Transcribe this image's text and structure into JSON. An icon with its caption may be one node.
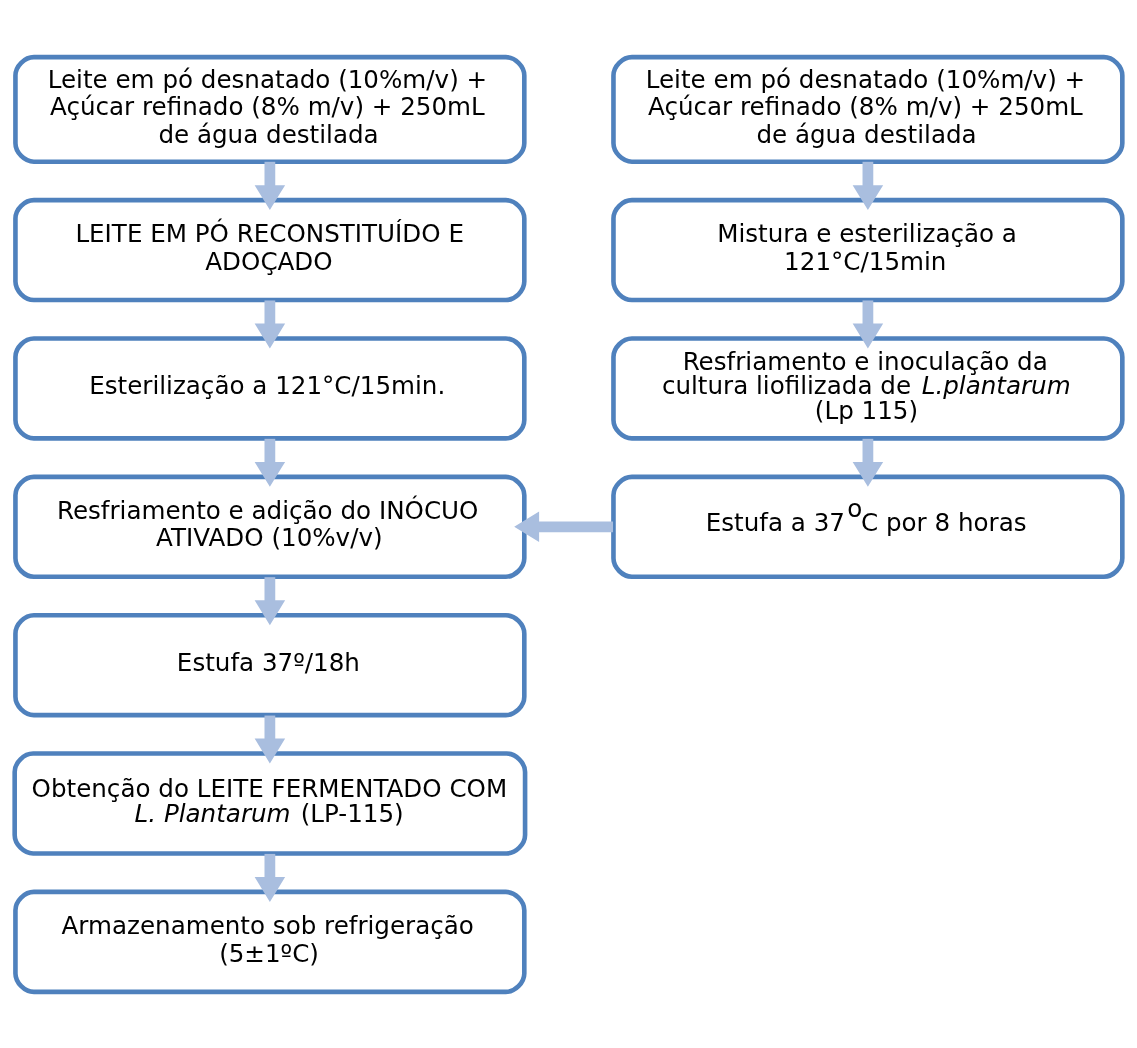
{
  "diagram": {
    "nodes": [
      {
        "text": [
          "Leite em pó desnatado (10%m/v) + Açúcar refinado (8% m/v) + 250mL de água destilada"
        ]
      },
      {
        "text": [
          "LEITE EM PÓ RECONSTITUÍDO E ADOÇADO"
        ]
      },
      {
        "text": [
          "Esterilização a 121°C/15min."
        ]
      },
      {
        "text": [
          "Resfriamento e adição do INÓCUO ATIVADO (10%v/v)"
        ]
      },
      {
        "text": [
          "Estufa 37º/18h"
        ]
      },
      {
        "text": [
          "Obtenção do LEITE FERMENTADO COM *L. Plantarum* (LP-115)"
        ]
      },
      {
        "text": [
          "Armazenamento sob refrigeração (5±1ºC)"
        ]
      },
      {
        "text": [
          "Leite em pó desnatado (10%m/v) + Açúcar refinado (8% m/v) + 250mL de água destilada"
        ]
      },
      {
        "text": [
          "Mistura e esterilização a 121°C/15min"
        ]
      },
      {
        "text": [
          "Resfriamento e inoculação da cultura liofilizada de *L.plantarum* (Lp 115)"
        ]
      },
      {
        "text": [
          "Estufa a 37$^{o}$C por 8 horas"
        ]
      }
    ],
    "edges": [
      {
        "from": 0,
        "to": 1,
        "arrow": "to"
      },
      {
        "from": 1,
        "to": 2,
        "arrow": "to"
      },
      {
        "from": 2,
        "to": 3,
        "arrow": "to"
      },
      {
        "from": 3,
        "to": 4,
        "arrow": "to"
      },
      {
        "from": 4,
        "to": 5,
        "arrow": "to"
      },
      {
        "from": 5,
        "to": 6,
        "arrow": "to"
      },
      {
        "from": 7,
        "to": 8,
        "arrow": "to"
      },
      {
        "from": 8,
        "to": 9,
        "arrow": "to"
      },
      {
        "from": 9,
        "to": 10,
        "arrow": "to"
      },
      {
        "from": 10,
        "to": 3,
        "arrow": "to"
      }
    ]
  }
}
